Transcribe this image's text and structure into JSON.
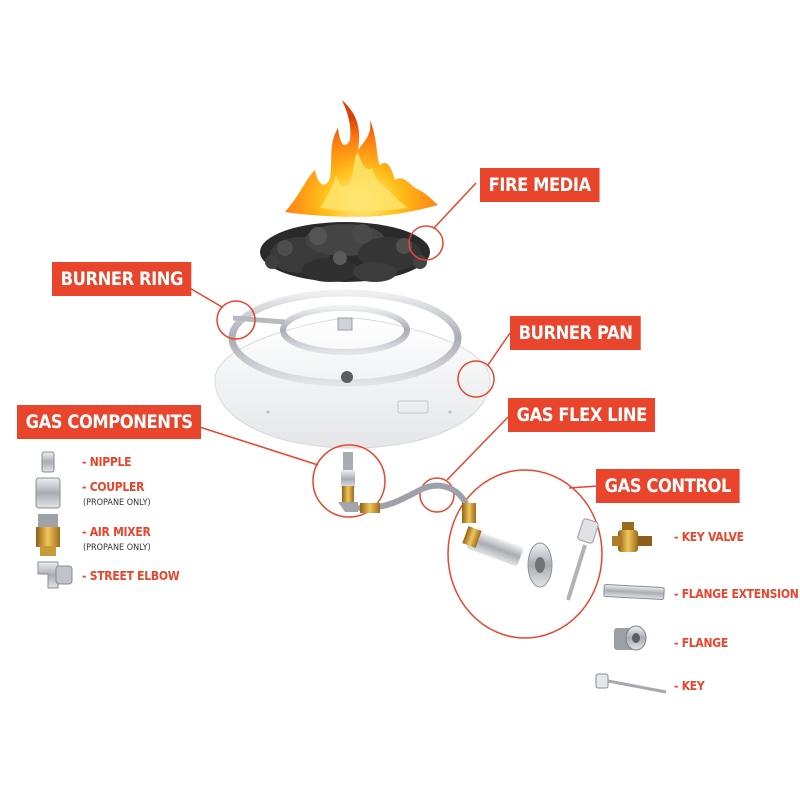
{
  "labels": {
    "fire_media": "FIRE MEDIA",
    "burner_ring": "BURNER RING",
    "burner_pan": "BURNER PAN",
    "gas_components": "GAS COMPONENTS",
    "gas_flex_line": "GAS FLEX LINE",
    "gas_control": "GAS CONTROL"
  },
  "gas_components": {
    "nipple": "- NIPPLE",
    "coupler": "- COUPLER",
    "coupler_note": "(PROPANE ONLY)",
    "air_mixer": "- AIR MIXER",
    "air_mixer_note": "(PROPANE ONLY)",
    "street_elbow": "- STREET ELBOW"
  },
  "gas_control": {
    "key_valve": "- KEY VALVE",
    "flange_extension": "- FLANGE EXTENSION",
    "flange": "- FLANGE",
    "key": "- KEY"
  },
  "colors": {
    "accent": "#e8452c",
    "steel": "#c9ccd0",
    "lava": "#2d2d2d",
    "brass": "#c8962e"
  }
}
